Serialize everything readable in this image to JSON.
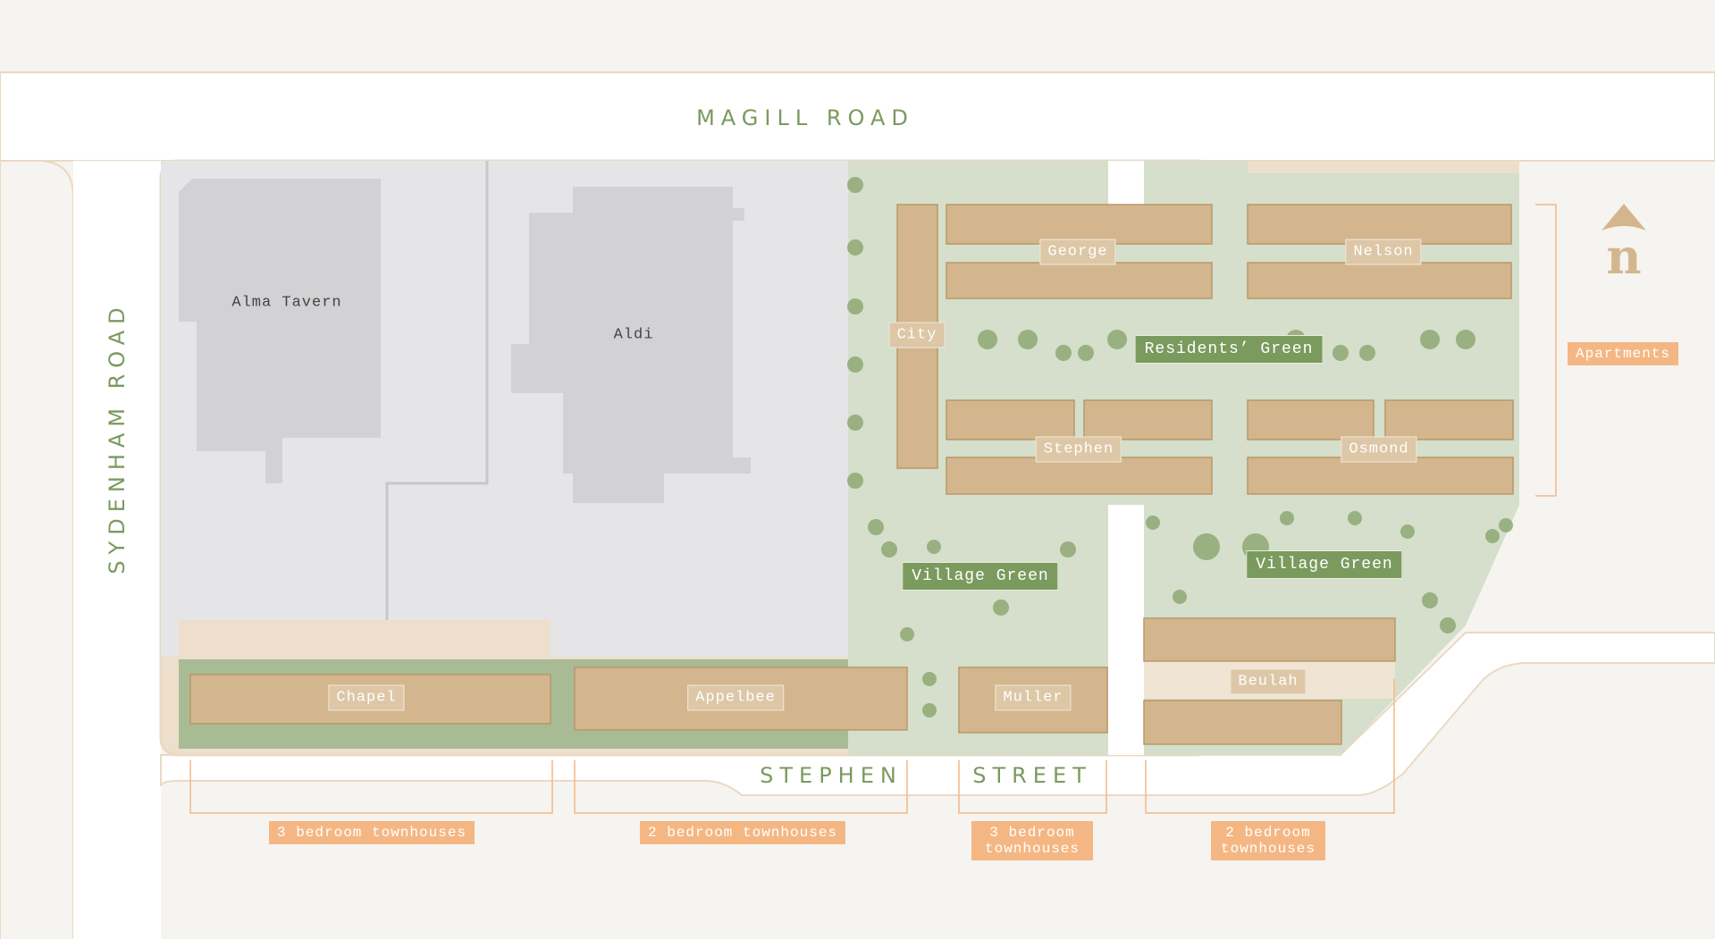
{
  "roads": {
    "north": "MAGILL ROAD",
    "west": "SYDENHAM ROAD",
    "south_1": "STEPHEN",
    "south_2": "STREET"
  },
  "buildings": {
    "existing": [
      "Alma Tavern",
      "Aldi"
    ],
    "apartments": [
      "George",
      "Nelson",
      "City",
      "Stephen",
      "Osmond"
    ],
    "townhouses": [
      "Chapel",
      "Appelbee",
      "Muller",
      "Beulah"
    ]
  },
  "green_spaces": [
    "Residents’ Green",
    "Village Green",
    "Village Green"
  ],
  "legend_tags": {
    "apartments": "Apartments",
    "t1": "3 bedroom townhouses",
    "t2": "2 bedroom townhouses",
    "t3": "3 bedroom townhouses",
    "t4": "2 bedroom townhouses"
  },
  "logo": "n",
  "colors": {
    "building": "#d4b68e",
    "green": "#7a9a5e",
    "tag": "#f4b784",
    "landscape": "#d5dfcb",
    "existing": "#d2d2d4"
  }
}
